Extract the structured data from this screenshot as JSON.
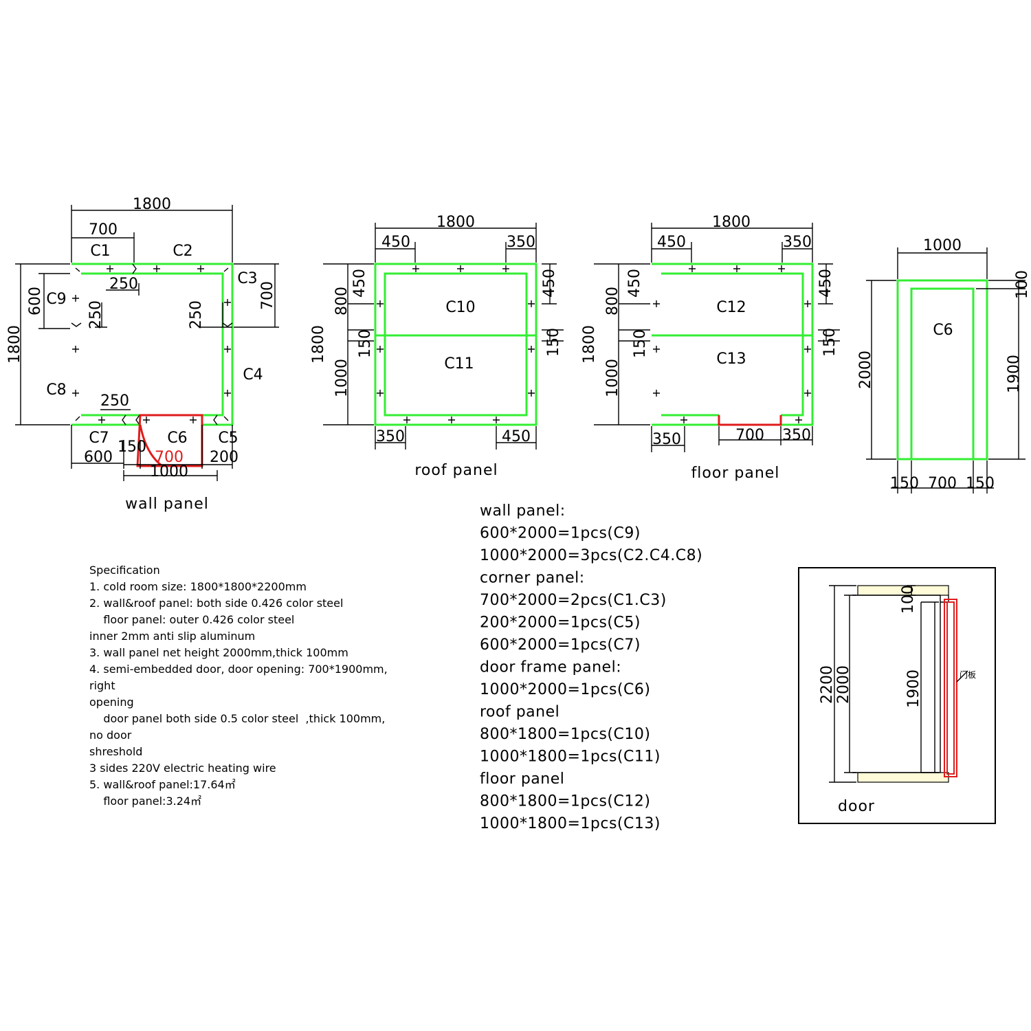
{
  "wall_plan": {
    "caption": "wall panel",
    "dims": {
      "top_total": "1800",
      "top_c1": "700",
      "left_total": "1800",
      "left_c9": "600",
      "right_c3": "700",
      "inner_top": "250",
      "inner_left": "250",
      "inner_right": "250",
      "inner_bottom": "250",
      "bottom_c7": "600",
      "bottom_150": "150",
      "bottom_door": "700",
      "bottom_200": "200",
      "bottom_frame": "1000"
    },
    "panels": {
      "c1": "C1",
      "c2": "C2",
      "c3": "C3",
      "c4": "C4",
      "c5": "C5",
      "c6": "C6",
      "c7": "C7",
      "c8": "C8",
      "c9": "C9"
    }
  },
  "roof_plan": {
    "caption": "roof panel",
    "dims": {
      "top_total": "1800",
      "top_left": "450",
      "top_right": "350",
      "left_total": "1800",
      "left_450": "450",
      "left_800": "800",
      "left_150": "150",
      "left_1000": "1000",
      "right_450": "450",
      "right_150": "150",
      "bottom_left": "350",
      "bottom_right": "450"
    },
    "panels": {
      "upper": "C10",
      "lower": "C11"
    }
  },
  "floor_plan": {
    "caption": "floor panel",
    "dims": {
      "top_total": "1800",
      "top_left": "450",
      "top_right": "350",
      "left_total": "1800",
      "left_450": "450",
      "left_800": "800",
      "left_150": "150",
      "left_1000": "1000",
      "right_450": "450",
      "right_150": "150",
      "bottom_left": "350",
      "bottom_mid": "700",
      "bottom_right": "350"
    },
    "panels": {
      "upper": "C12",
      "lower": "C13"
    }
  },
  "door_frame_elevation": {
    "panel": "C6",
    "dims": {
      "top": "1000",
      "right_top": "100",
      "left": "2000",
      "right": "1900",
      "bottom_left": "150",
      "bottom_mid": "700",
      "bottom_right": "150"
    }
  },
  "panel_list": [
    "wall panel:",
    "600*2000=1pcs(C9)",
    "1000*2000=3pcs(C2.C4.C8)",
    "corner panel:",
    "700*2000=2pcs(C1.C3)",
    "200*2000=1pcs(C5)",
    "600*2000=1pcs(C7)",
    "door frame panel:",
    "1000*2000=1pcs(C6)",
    "roof panel",
    "800*1800=1pcs(C10)",
    "1000*1800=1pcs(C11)",
    "floor panel",
    "800*1800=1pcs(C12)",
    "1000*1800=1pcs(C13)"
  ],
  "specification": [
    "Specification",
    "1. cold room size: 1800*1800*2200mm",
    "2. wall&roof panel: both side 0.426 color steel",
    "    floor panel: outer 0.426 color steel",
    "inner 2mm anti slip aluminum",
    "3. wall panel net height 2000mm,thick 100mm",
    "4. semi-embedded door, door opening: 700*1900mm,",
    "right",
    "opening",
    "    door panel both side 0.5 color steel  ,thick 100mm,",
    "no door",
    "shreshold",
    "3 sides 220V electric heating wire",
    "5. wall&roof panel:17.64㎡",
    "    floor panel:3.24㎡"
  ],
  "door_section": {
    "caption": "door",
    "dims": {
      "h_total": "2200",
      "h_frame": "2000",
      "h_open": "1900",
      "top": "100"
    },
    "annotation": "门板"
  }
}
